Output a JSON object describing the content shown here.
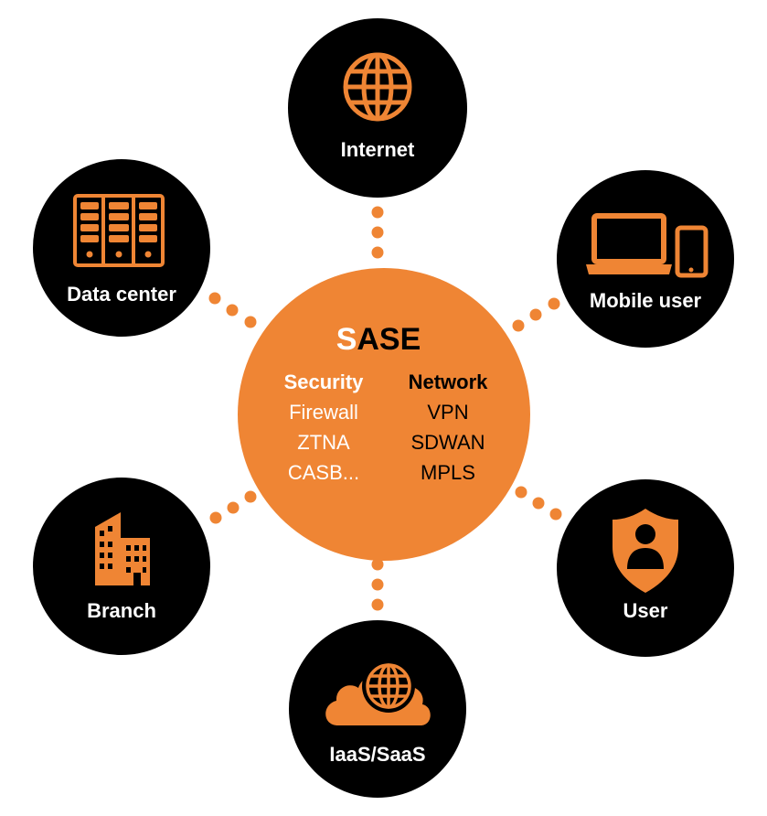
{
  "colors": {
    "orange": "#EF8534",
    "node_fill": "#000000",
    "white": "#ffffff",
    "black": "#000000"
  },
  "center": {
    "title_first": "S",
    "title_rest": "ASE",
    "security": {
      "heading": "Security",
      "items": [
        "Firewall",
        "ZTNA",
        "CASB..."
      ]
    },
    "network": {
      "heading": "Network",
      "items": [
        "VPN",
        "SDWAN",
        "MPLS"
      ]
    }
  },
  "nodes": [
    {
      "id": "internet",
      "label": "Internet",
      "icon": "globe-icon"
    },
    {
      "id": "mobile-user",
      "label": "Mobile user",
      "icon": "laptop-phone-icon"
    },
    {
      "id": "user",
      "label": "User",
      "icon": "user-shield-icon"
    },
    {
      "id": "iaas-saas",
      "label": "IaaS/SaaS",
      "icon": "cloud-globe-icon"
    },
    {
      "id": "branch",
      "label": "Branch",
      "icon": "building-icon"
    },
    {
      "id": "data-center",
      "label": "Data center",
      "icon": "server-rack-icon"
    }
  ]
}
